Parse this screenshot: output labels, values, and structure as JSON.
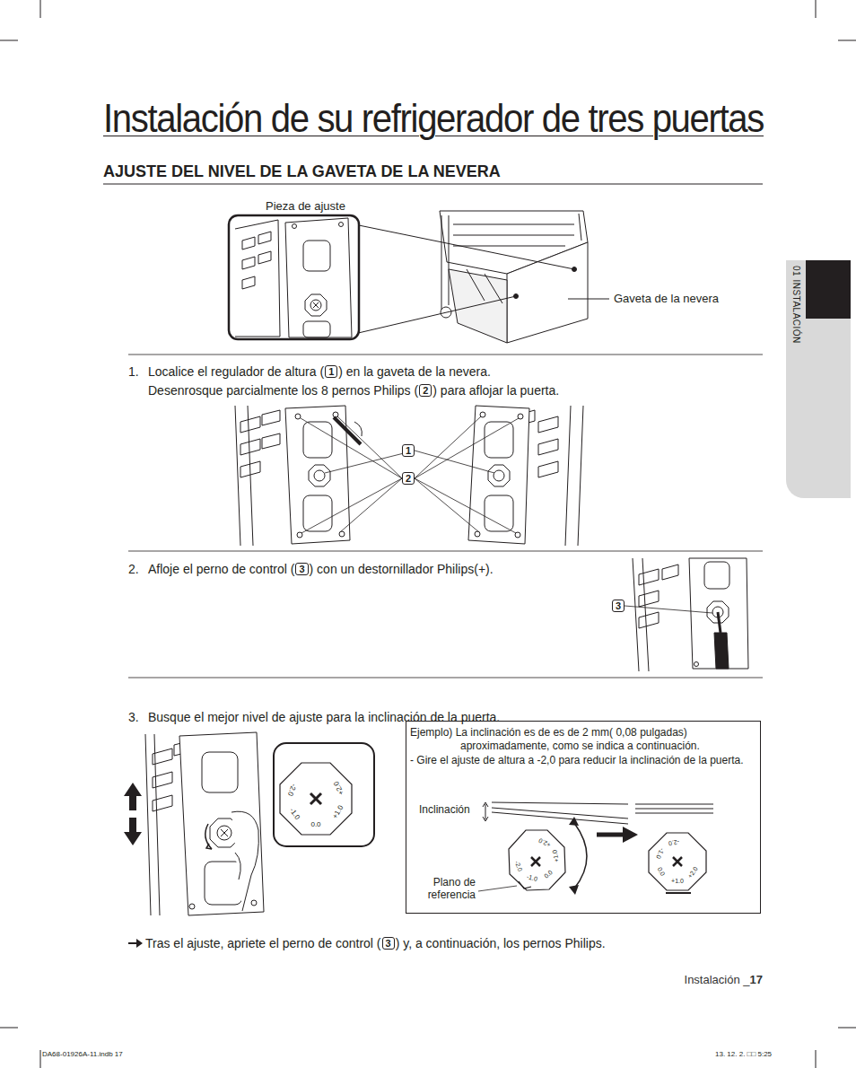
{
  "diagram": {
    "title": "Instalación de su refrigerador de tres puertas",
    "nodes": [
      {
        "text": [
          "01 INSTALACIÓN"
        ]
      },
      {
        "text": [
          "Ejemplo) La inclinación es de es de 2 mm( 0,08 pulgadas) aproximadamente, como se indica a continuación.",
          "- Gire el ajuste de altura a -2,0 para reducir la inclinación de la puerta."
        ]
      }
    ],
    "labels": [
      "AJUSTE DEL NIVEL DE LA GAVETA DE LA NEVERA",
      "Pieza de ajuste",
      "Gaveta de la nevera",
      "1.",
      "Localice el regulador de altura (",
      "1",
      ") en la gaveta de la nevera.",
      "Desenrosque parcialmente los 8 pernos Philips (",
      "2",
      ") para aflojar la puerta.",
      "1",
      "2",
      "2.",
      "Afloje el perno de control (",
      "3",
      ") con un destornillador Philips(+).",
      "3",
      "3.",
      "Busque el mejor nivel de ajuste para la inclinación de la puerta.",
      "+2.0",
      "+1.0",
      "0.0",
      "-1.0",
      "-2.0",
      "Inclinación",
      "+2.0",
      "+1.0",
      "0.0",
      "-1.0",
      "-2.0",
      "Plano de referencia",
      "+2.0",
      "+1.0",
      "0.0",
      "-1.0",
      "-2.0",
      "Tras el ajuste, apriete el perno de control (",
      "3",
      ") y, a continuación, los pernos Philips.",
      "Instalación _",
      "17",
      "DA68-01926A-11.indb 17",
      "13. 12. 2. □□ 5:25"
    ]
  }
}
